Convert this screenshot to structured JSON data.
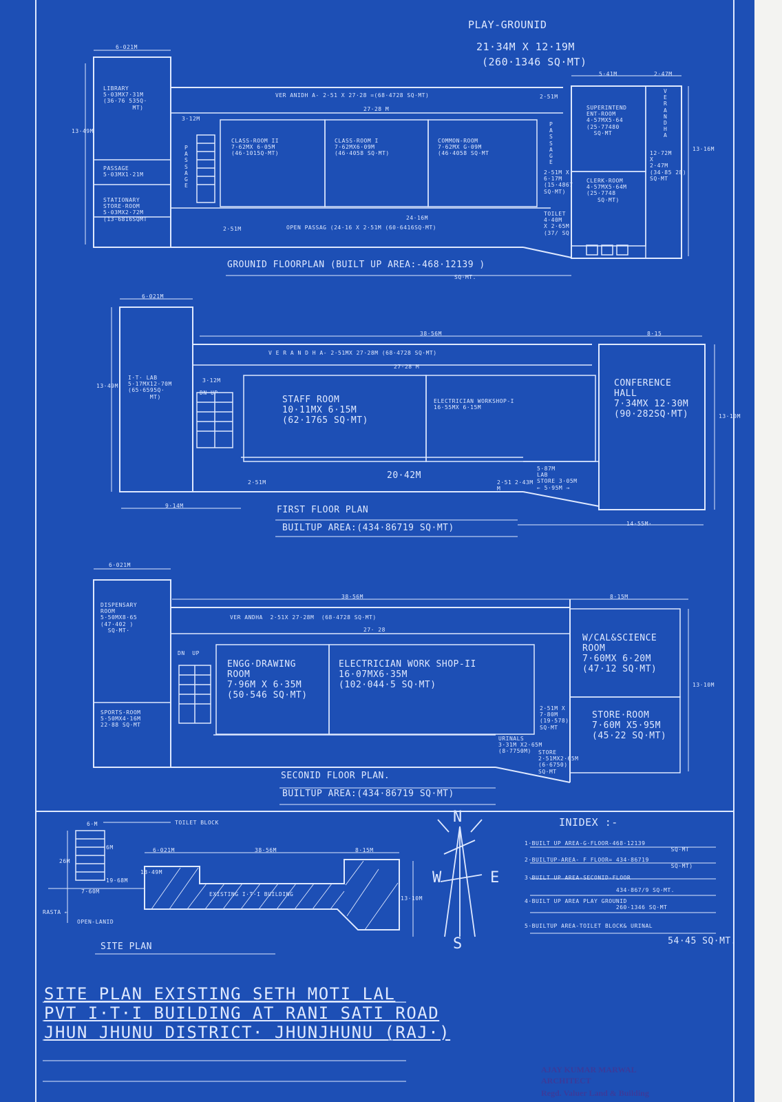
{
  "playground": {
    "title": "PLAY-GROUNID",
    "dims": "21·34M X 12·19M",
    "area": "(260·1346 SQ·MT)"
  },
  "ground": {
    "library": "LIBRARY\n5·03MX7·31M\n(36·76 535Q·\n        MT)",
    "passage": "PASSAGE\n5·03MX1·21M",
    "stationary": "STATIONARY\nSTORE·ROOM\n5·03MX2·72M\n(13·6816SQMT",
    "veranda": "VER ANIDH A- 2·51 X 27·28 =(68·4728 SQ·MT)",
    "veranda_len": "27·28 M",
    "veranda_w": "2·51M",
    "class2": "CLASS-ROOM II\n7·62MX 6·05M\n(46·1015Q·MT)",
    "class1": "CLASS-ROOM I\n7·62MX6·09M\n(46·4058 SQ·MT)",
    "common": "COMMON-ROOM\n7·62MX G·09M\n(46·4058 SQ·MT",
    "superint": "SUPERINTEND\nENT-ROOM\n4·57MX5·64\n(25·77480\n  SQ·MT",
    "clerk": "CLERK-ROOM\n4·57MX5·64M\n(25·7748\n   SQ·MT)",
    "veranda_right": "V\nE\nR\nA\nN\nD\nH\nA",
    "verandah_dims": "12·72M\nX\n2·47M\n(34·85 28)\nSQ·MT",
    "passage_side": "P\nA\nS\nS\nA\nG\nE",
    "passage_small": "2·51M X\n6·17M\n(15·4867\nSQ·MT)",
    "toilet": "TOILET\n4·40M\nX 2·65M\n(37/ SQ·",
    "open_passage": "OPEN PASSAG (24·16 X 2·51M (60·6416SQ·MT)",
    "open_len": "24·16M",
    "open_w": "2·51M",
    "width_label": "6·021M",
    "height_label": "13·49M",
    "height_right": "13·16M",
    "dim_541": "5·41M",
    "dim_247": "2·47M",
    "dim_312": "3·12M",
    "caption": "GROUNID FLOORPLAN (BUILT UP AREA:-468·12139 )",
    "caption2": "SQ·MT."
  },
  "first": {
    "itlab": "I·T· LAB\n5·17MX12·70M\n(65·6595Q·\n      MT)",
    "veranda": "V E R A N D H A- 2·51MX 27·28M (68·4728 SQ·MT)",
    "veranda_len": "27·28 M",
    "total_len": "38·56M",
    "right_len": "8·15",
    "staff": "STAFF ROOM\n10·11MX 6·15M\n(62·1765 SQ·MT)",
    "ews1": "ELECTRICIAN WORKSHOP-I\n16·55MX 6·15M",
    "conference": "CONFERENCE\nHALL\n7·34MX 12·30M\n(90·282SQ·MT)",
    "lab_store": "5·87M\nLAB\nSTORE 3·05M\n← 5·95M →",
    "bottom_len": "20·42M",
    "bottom_w": "2·51M",
    "bottom_w2": "2·51\nM",
    "dim_243": "2·43M",
    "width_label": "6·021M",
    "height_label": "13·49M",
    "height_right": "13·10M",
    "dim_914": "9·14M",
    "dim_1455": "14·55M·",
    "dim_312": "3·12M",
    "dn_up": "DN UP",
    "caption": "FIRST FLOOR PLAN",
    "caption2": "BUILTUP AREA:(434·86719 SQ·MT)"
  },
  "second": {
    "dispensary": "DISPENSARY\nROOM\n5·50MX8·65\n(47·402 )\n  SQ·MT·",
    "sports": "SPORTS·ROOM\n5·50MX4·16M\n22·88 SQ·MT",
    "veranda": "VER ANDHA  2·51X 27·28M  (68·4728 SQ·MT)",
    "veranda_len": "27· 28",
    "total_len": "38·56M",
    "right_len": "8·15M",
    "engg": "ENGG·DRAWING\nROOM\n7·96M X 6·35M\n(50·546 SQ·MT)",
    "ews2": "ELECTRICIAN WORK SHOP-II\n16·07MX6·35M\n(102·044·5 SQ·MT)",
    "wcal": "W/CAL&SCIENCE\nROOM\n7·60MX 6·20M\n(47·12 SQ·MT)",
    "store": "STORE·ROOM\n7·60M X5·95M\n(45·22 SQ·MT)",
    "passage_small": "2·51M X\n7·80M\n(19·578)\nSQ·MT",
    "urinals": "URINALS\n3·31M X2·65M\n(8·7750M)",
    "store_small": "STORE\n2·51MX2·65M\n(6·6750)\nSQ·MT",
    "width_label": "6·021M",
    "height_right": "13·10M",
    "dn_up": "DN  UP",
    "caption": "SECONID FLOOR PLAN.",
    "caption2": "BUILTUP AREA:(434·86719 SQ·MT)"
  },
  "site": {
    "toilet_block": "TOILET BLOCK",
    "building": "EXISTING I·T·I BUILDING",
    "open_land": "OPEN-LANID",
    "rasta": "RASTA ←",
    "dim_6m": "6·M",
    "dim_6m2": "6M",
    "dim_6021": "6·021M",
    "dim_3856": "38·56M",
    "dim_815": "8·15M",
    "dim_1349": "13·49M",
    "dim_1310": "13·10M",
    "dim_26m": "26M",
    "dim_1968": "19·68M",
    "dim_760": "7·60M",
    "caption": "SITE PLAN"
  },
  "compass": {
    "n": "N",
    "s": "S",
    "e": "E",
    "w": "W"
  },
  "index": {
    "title": "INIDEX :-",
    "items": [
      "1·BUILT UP AREA-G·FLOOR-468·12139\n                                        SQ·MT",
      "2·BUILTUP-AREA- F FLOOR= 434·86719\n                                        SQ·MT)",
      "3·BUILT UP AREA-SECONID-FLOOR",
      "                         434·867/9 SQ·MT.",
      "4·BUILT UP AREA PLAY GROUNID\n                         260·1346 SQ·MT",
      "5·BUILTUP AREA-TOILET BLOCK& URINAL",
      "                         54·45 SQ·MT."
    ]
  },
  "title_block": [
    "SITE PLAN EXISTING SETH MOTI LAL",
    "PVT I·T·I BUILDING AT RANI SATI ROAD",
    "JHUN JHUNU DISTRICT· JHUNJHUNU (RAJ·)"
  ],
  "stamp": {
    "line1": "AJAY KUMAR MARWAL",
    "line2": "ARCHITECT",
    "line3": "Regd. Valuer Land & Building"
  },
  "colors": {
    "paper": "#1d4fb5",
    "ink": "#dfe9ff",
    "edge": "#f3f3f1",
    "stamp": "#3b3b9a"
  }
}
